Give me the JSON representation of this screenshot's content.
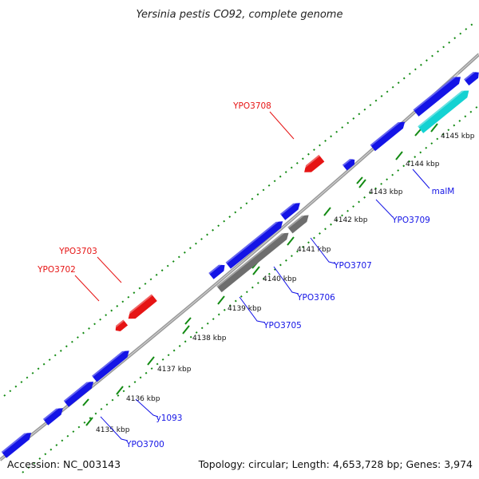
{
  "title": "Yersinia pestis CO92, complete genome",
  "footer": {
    "accession": "Accession: NC_003143",
    "summary": "Topology: circular; Length: 4,653,728 bp; Genes: 3,974"
  },
  "colors": {
    "forward_gene": "#1414e6",
    "reverse_gene": "#e61414",
    "pseudogene": "#6e6e6e",
    "rna_gene": "#14d2d2",
    "backbone": "#9a9a9a",
    "tick": "#128a12"
  },
  "ticks": [
    "4135 kbp",
    "4136 kbp",
    "4137 kbp",
    "4138 kbp",
    "4139 kbp",
    "4140 kbp",
    "4141 kbp",
    "4142 kbp",
    "4143 kbp",
    "4144 kbp",
    "4145 kbp"
  ],
  "gene_labels": {
    "reverse": [
      "YPO3708",
      "YPO3703",
      "YPO3702"
    ],
    "forward": [
      "malM",
      "YPO3709",
      "YPO3707",
      "YPO3706",
      "YPO3705",
      "y1093",
      "YPO3700"
    ]
  }
}
